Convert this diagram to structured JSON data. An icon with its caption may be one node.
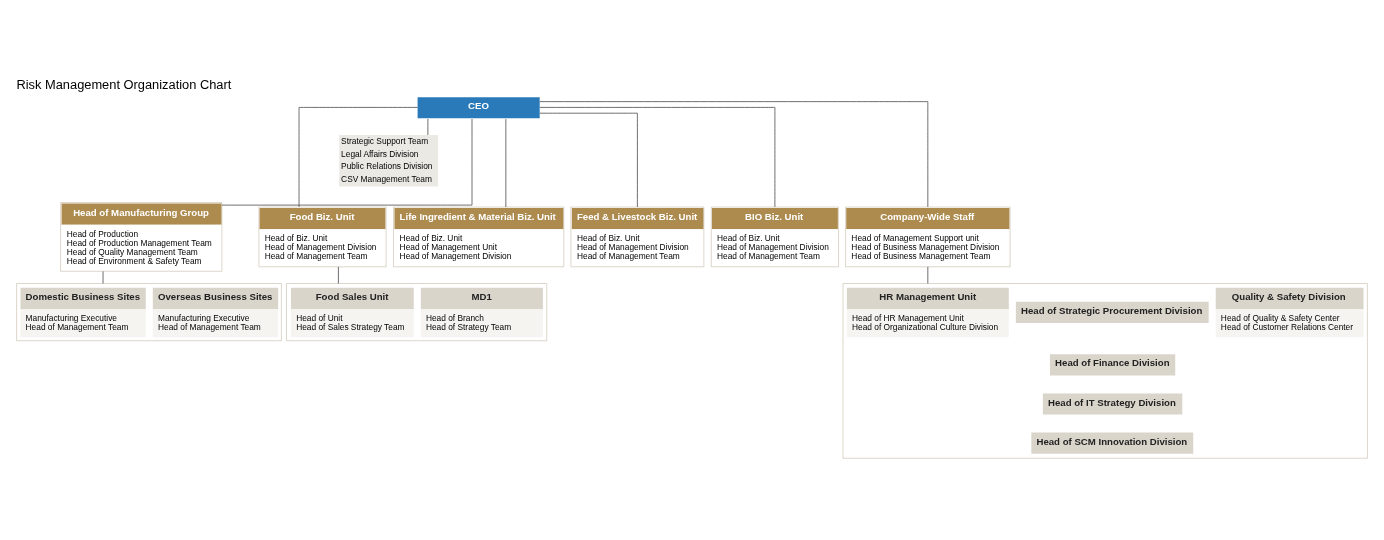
{
  "diagram": {
    "title": "Risk Management Organization Chart",
    "nodes": [
      {
        "text": [
          "CEO"
        ]
      },
      {
        "text": [
          "Strategic Support Team",
          "Legal Affairs Division",
          "Public Relations Division",
          "CSV Management Team"
        ]
      },
      {
        "text": [
          "Head of Manufacturing Group",
          "Head of Production",
          "Head of Production Management Team",
          "Head of Quality Management Team",
          "Head of Environment & Safety Team"
        ]
      },
      {
        "text": [
          "Food Biz. Unit",
          "Head of Biz. Unit",
          "Head of Management Division",
          "Head of Management Team"
        ]
      },
      {
        "text": [
          "Life Ingredient & Material Biz. Unit",
          "Head of Biz. Unit",
          "Head of Management Unit",
          "Head of Management Division"
        ]
      },
      {
        "text": [
          "Feed & Livestock Biz. Unit",
          "Head of Biz. Unit",
          "Head of Management Division",
          "Head of Management Team"
        ]
      },
      {
        "text": [
          "BIO Biz. Unit",
          "Head of Biz. Unit",
          "Head of Management Division",
          "Head of Management Team"
        ]
      },
      {
        "text": [
          "Company-Wide Staff",
          "Head of Management Support unit",
          "Head of Business Management Division",
          "Head of Business Management Team"
        ]
      },
      {
        "text": [],
        "shape": "box"
      },
      {
        "text": [
          "Domestic Business Sites",
          "Manufacturing Executive",
          "Head of Management Team"
        ],
        "in": 8
      },
      {
        "text": [
          "Overseas Business Sites",
          "Manufacturing Executive",
          "Head of Management Team"
        ],
        "in": 8
      },
      {
        "text": [],
        "shape": "box"
      },
      {
        "text": [
          "Food Sales Unit",
          "Head of Unit",
          "Head of Sales Strategy Team"
        ],
        "in": 11
      },
      {
        "text": [
          "MD1",
          "Head of Branch",
          "Head of Strategy Team"
        ],
        "in": 11
      },
      {
        "text": [],
        "shape": "box"
      },
      {
        "text": [
          "HR Management Unit",
          "Head of HR Management Unit",
          "Head of Organizational Culture Division"
        ],
        "in": 14
      },
      {
        "text": [
          "Head of Strategic Procurement Division"
        ],
        "in": 14
      },
      {
        "text": [
          "Head of Finance Division"
        ],
        "in": 14
      },
      {
        "text": [
          "Head of IT Strategy Division"
        ],
        "in": 14
      },
      {
        "text": [
          "Head of SCM Innovation Division"
        ],
        "in": 14
      },
      {
        "text": [
          "Quality & Safety Division",
          "Head of Quality & Safety Center",
          "Head of Customer Relations Center"
        ],
        "in": 14
      }
    ],
    "edges": [
      {
        "from": 0,
        "to": 1,
        "arrow": "none"
      },
      {
        "from": 0,
        "to": 2,
        "arrow": "none"
      },
      {
        "from": 0,
        "to": 3,
        "arrow": "none"
      },
      {
        "from": 0,
        "to": 4,
        "arrow": "none"
      },
      {
        "from": 0,
        "to": 5,
        "arrow": "none"
      },
      {
        "from": 0,
        "to": 6,
        "arrow": "none"
      },
      {
        "from": 0,
        "to": 7,
        "arrow": "none"
      },
      {
        "from": 2,
        "to": 8,
        "arrow": "none"
      },
      {
        "from": 3,
        "to": 11,
        "arrow": "none"
      },
      {
        "from": 7,
        "to": 14,
        "arrow": "none"
      }
    ]
  }
}
